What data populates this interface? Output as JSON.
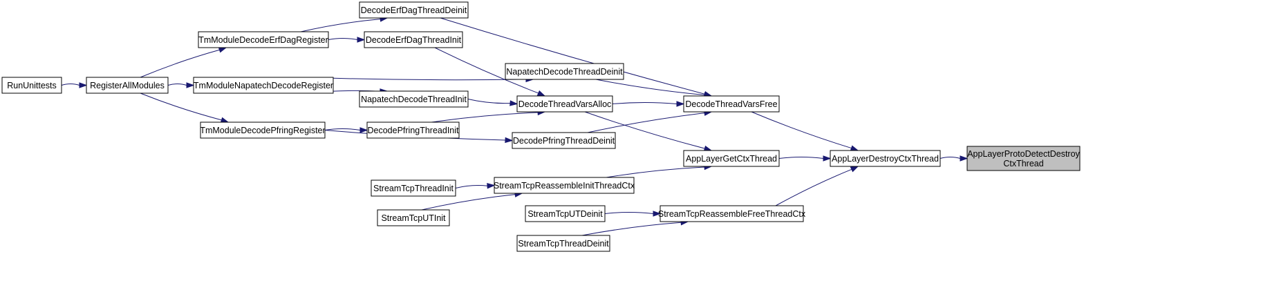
{
  "graph": {
    "nodes": [
      {
        "id": "root",
        "lines": [
          "AppLayerProtoDetectDestroy",
          "CtxThread"
        ],
        "highlight": true
      },
      {
        "id": "adt",
        "lines": [
          "AppLayerDestroyCtxThread"
        ]
      },
      {
        "id": "dtvf",
        "lines": [
          "DecodeThreadVarsFree"
        ]
      },
      {
        "id": "algt",
        "lines": [
          "AppLayerGetCtxThread"
        ]
      },
      {
        "id": "stfc",
        "lines": [
          "StreamTcpReassembleFreeThreadCtx"
        ]
      },
      {
        "id": "dedd",
        "lines": [
          "DecodeErfDagThreadDeinit"
        ]
      },
      {
        "id": "dtva",
        "lines": [
          "DecodeThreadVarsAlloc"
        ]
      },
      {
        "id": "ndd",
        "lines": [
          "NapatechDecodeThreadDeinit"
        ]
      },
      {
        "id": "dpd",
        "lines": [
          "DecodePfringThreadDeinit"
        ]
      },
      {
        "id": "stri",
        "lines": [
          "StreamTcpReassembleInitThreadCtx"
        ]
      },
      {
        "id": "stud",
        "lines": [
          "StreamTcpUTDeinit"
        ]
      },
      {
        "id": "sttd",
        "lines": [
          "StreamTcpThreadDeinit"
        ]
      },
      {
        "id": "tmedr",
        "lines": [
          "TmModuleDecodeErfDagRegister"
        ]
      },
      {
        "id": "dedi",
        "lines": [
          "DecodeErfDagThreadInit"
        ]
      },
      {
        "id": "ndi",
        "lines": [
          "NapatechDecodeThreadInit"
        ]
      },
      {
        "id": "dpi",
        "lines": [
          "DecodePfringThreadInit"
        ]
      },
      {
        "id": "stti",
        "lines": [
          "StreamTcpThreadInit"
        ]
      },
      {
        "id": "stui",
        "lines": [
          "StreamTcpUTInit"
        ]
      },
      {
        "id": "tmndr",
        "lines": [
          "TmModuleNapatechDecodeRegister"
        ]
      },
      {
        "id": "tmdpr",
        "lines": [
          "TmModuleDecodePfringRegister"
        ]
      },
      {
        "id": "ram",
        "lines": [
          "RegisterAllModules"
        ]
      },
      {
        "id": "rut",
        "lines": [
          "RunUnittests"
        ]
      }
    ],
    "edges": [
      {
        "from": "root",
        "to": "adt"
      },
      {
        "from": "adt",
        "to": "dtvf"
      },
      {
        "from": "adt",
        "to": "algt"
      },
      {
        "from": "adt",
        "to": "stfc"
      },
      {
        "from": "dtvf",
        "to": "dedd"
      },
      {
        "from": "dtvf",
        "to": "dtva"
      },
      {
        "from": "dtvf",
        "to": "ndd"
      },
      {
        "from": "dtvf",
        "to": "dpd"
      },
      {
        "from": "algt",
        "to": "dtva"
      },
      {
        "from": "algt",
        "to": "stri"
      },
      {
        "from": "stfc",
        "to": "stud"
      },
      {
        "from": "stfc",
        "to": "sttd"
      },
      {
        "from": "dedd",
        "to": "tmedr"
      },
      {
        "from": "dtva",
        "to": "dedi"
      },
      {
        "from": "dtva",
        "to": "ndi"
      },
      {
        "from": "dtva",
        "to": "dpi"
      },
      {
        "from": "ndd",
        "to": "tmndr"
      },
      {
        "from": "dpd",
        "to": "tmdpr"
      },
      {
        "from": "stri",
        "to": "stti"
      },
      {
        "from": "stri",
        "to": "stui"
      },
      {
        "from": "dedi",
        "to": "tmedr"
      },
      {
        "from": "ndi",
        "to": "tmndr"
      },
      {
        "from": "dpi",
        "to": "tmdpr"
      },
      {
        "from": "tmedr",
        "to": "ram"
      },
      {
        "from": "tmndr",
        "to": "ram"
      },
      {
        "from": "tmdpr",
        "to": "ram"
      },
      {
        "from": "ram",
        "to": "rut"
      }
    ]
  }
}
